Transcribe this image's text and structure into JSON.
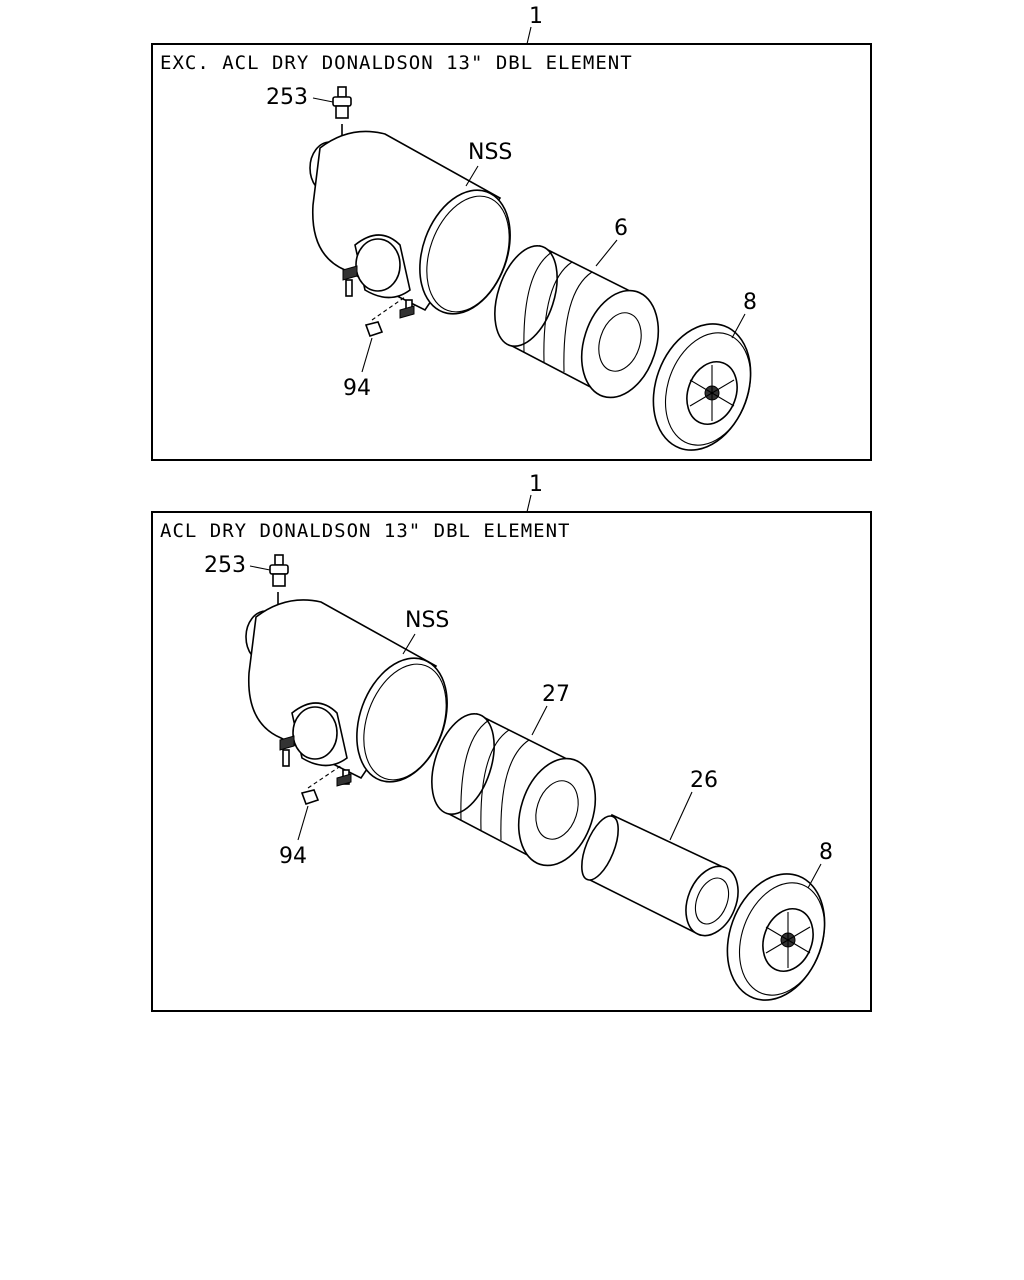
{
  "panels": [
    {
      "assembly_callout": "1",
      "title": "EXC. ACL DRY DONALDSON 13\" DBL ELEMENT",
      "callouts": {
        "valve": "253",
        "housing": "NSS",
        "element": "6",
        "cover": "8",
        "bracket": "94"
      }
    },
    {
      "assembly_callout": "1",
      "title": "ACL DRY DONALDSON 13\" DBL ELEMENT",
      "callouts": {
        "valve": "253",
        "housing": "NSS",
        "element": "27",
        "inner_element": "26",
        "cover": "8",
        "bracket": "94"
      }
    }
  ]
}
